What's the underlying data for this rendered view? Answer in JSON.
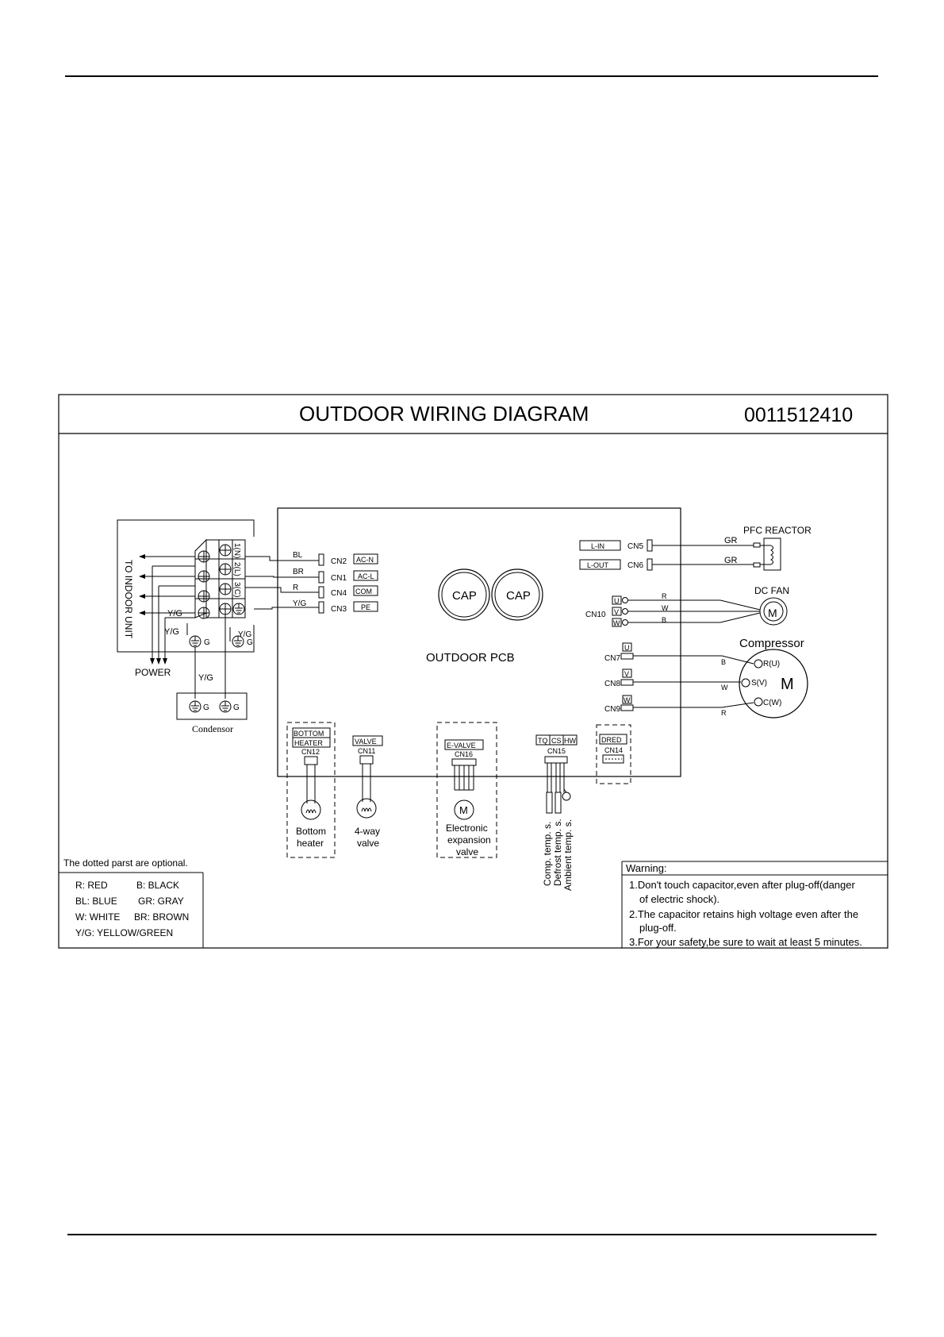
{
  "title": "OUTDOOR WIRING DIAGRAM",
  "doc_number": "0011512410",
  "pcb_label": "OUTDOOR PCB",
  "caps": [
    "CAP",
    "CAP"
  ],
  "terminal_block": {
    "side_label": "TO INDOOR UNIT",
    "power_label": "POWER",
    "terminals": [
      "1(N)",
      "2(L)",
      "3(C)"
    ],
    "ground_labels": [
      "G",
      "G"
    ],
    "yg_labels": [
      "Y/G",
      "Y/G",
      "Y/G",
      "Y/G"
    ]
  },
  "condenser": {
    "label": "Condensor",
    "grounds": [
      "G",
      "G"
    ]
  },
  "left_connectors": [
    {
      "wire": "BL",
      "cn": "CN2",
      "tag": "AC-N"
    },
    {
      "wire": "BR",
      "cn": "CN1",
      "tag": "AC-L"
    },
    {
      "wire": "R",
      "cn": "CN4",
      "tag": "COM"
    },
    {
      "wire": "Y/G",
      "cn": "CN3",
      "tag": "PE"
    }
  ],
  "right_connectors": [
    {
      "tag": "L-IN",
      "cn": "CN5",
      "wire": "GR"
    },
    {
      "tag": "L-OUT",
      "cn": "CN6",
      "wire": "GR"
    }
  ],
  "pfc_reactor": "PFC REACTOR",
  "dc_fan": {
    "label": "DC FAN",
    "cn": "CN10",
    "pins": [
      "U",
      "V",
      "W"
    ],
    "wires": [
      "R",
      "W",
      "B"
    ],
    "motor": "M"
  },
  "compressor": {
    "label": "Compressor",
    "motor": "M",
    "rows": [
      {
        "cn": "CN7",
        "pin": "U",
        "wire": "B",
        "terminal": "R(U)"
      },
      {
        "cn": "CN8",
        "pin": "V",
        "wire": "W",
        "terminal": "S(V)"
      },
      {
        "cn": "CN9",
        "pin": "W",
        "wire": "R",
        "terminal": "C(W)"
      }
    ]
  },
  "bottom_components": [
    {
      "header": [
        "BOTTOM",
        "HEATER"
      ],
      "cn": "CN12",
      "caption": [
        "Bottom",
        "heater"
      ]
    },
    {
      "header": [
        "VALVE"
      ],
      "cn": "CN11",
      "caption": [
        "4-way",
        "valve"
      ]
    },
    {
      "header": [
        "E-VALVE"
      ],
      "cn": "CN16",
      "motor": "M",
      "caption": [
        "Electronic",
        "expansion",
        "valve"
      ]
    },
    {
      "header": [
        "TQ",
        "CS",
        "HW"
      ],
      "cn": "CN15",
      "sensors": [
        "Comp. temp. s.",
        "Defrost temp. s.",
        "Ambient temp. s."
      ]
    },
    {
      "header": [
        "DRED"
      ],
      "cn": "CN14"
    }
  ],
  "optional_note": "The dotted parst are optional.",
  "legend": [
    [
      "R: RED",
      "B: BLACK"
    ],
    [
      "BL: BLUE",
      "GR: GRAY"
    ],
    [
      "W: WHITE",
      "BR: BROWN"
    ],
    [
      "Y/G: YELLOW/GREEN",
      ""
    ]
  ],
  "warning": {
    "title": "Warning:",
    "lines": [
      "1.Don't touch capacitor,even after plug-off(danger",
      "of electric shock).",
      "2.The capacitor retains high voltage even after the",
      "plug-off.",
      "3.For your safety,be sure to wait at least 5 minutes."
    ]
  },
  "colors": {
    "ink": "#000000",
    "paper": "#ffffff"
  }
}
